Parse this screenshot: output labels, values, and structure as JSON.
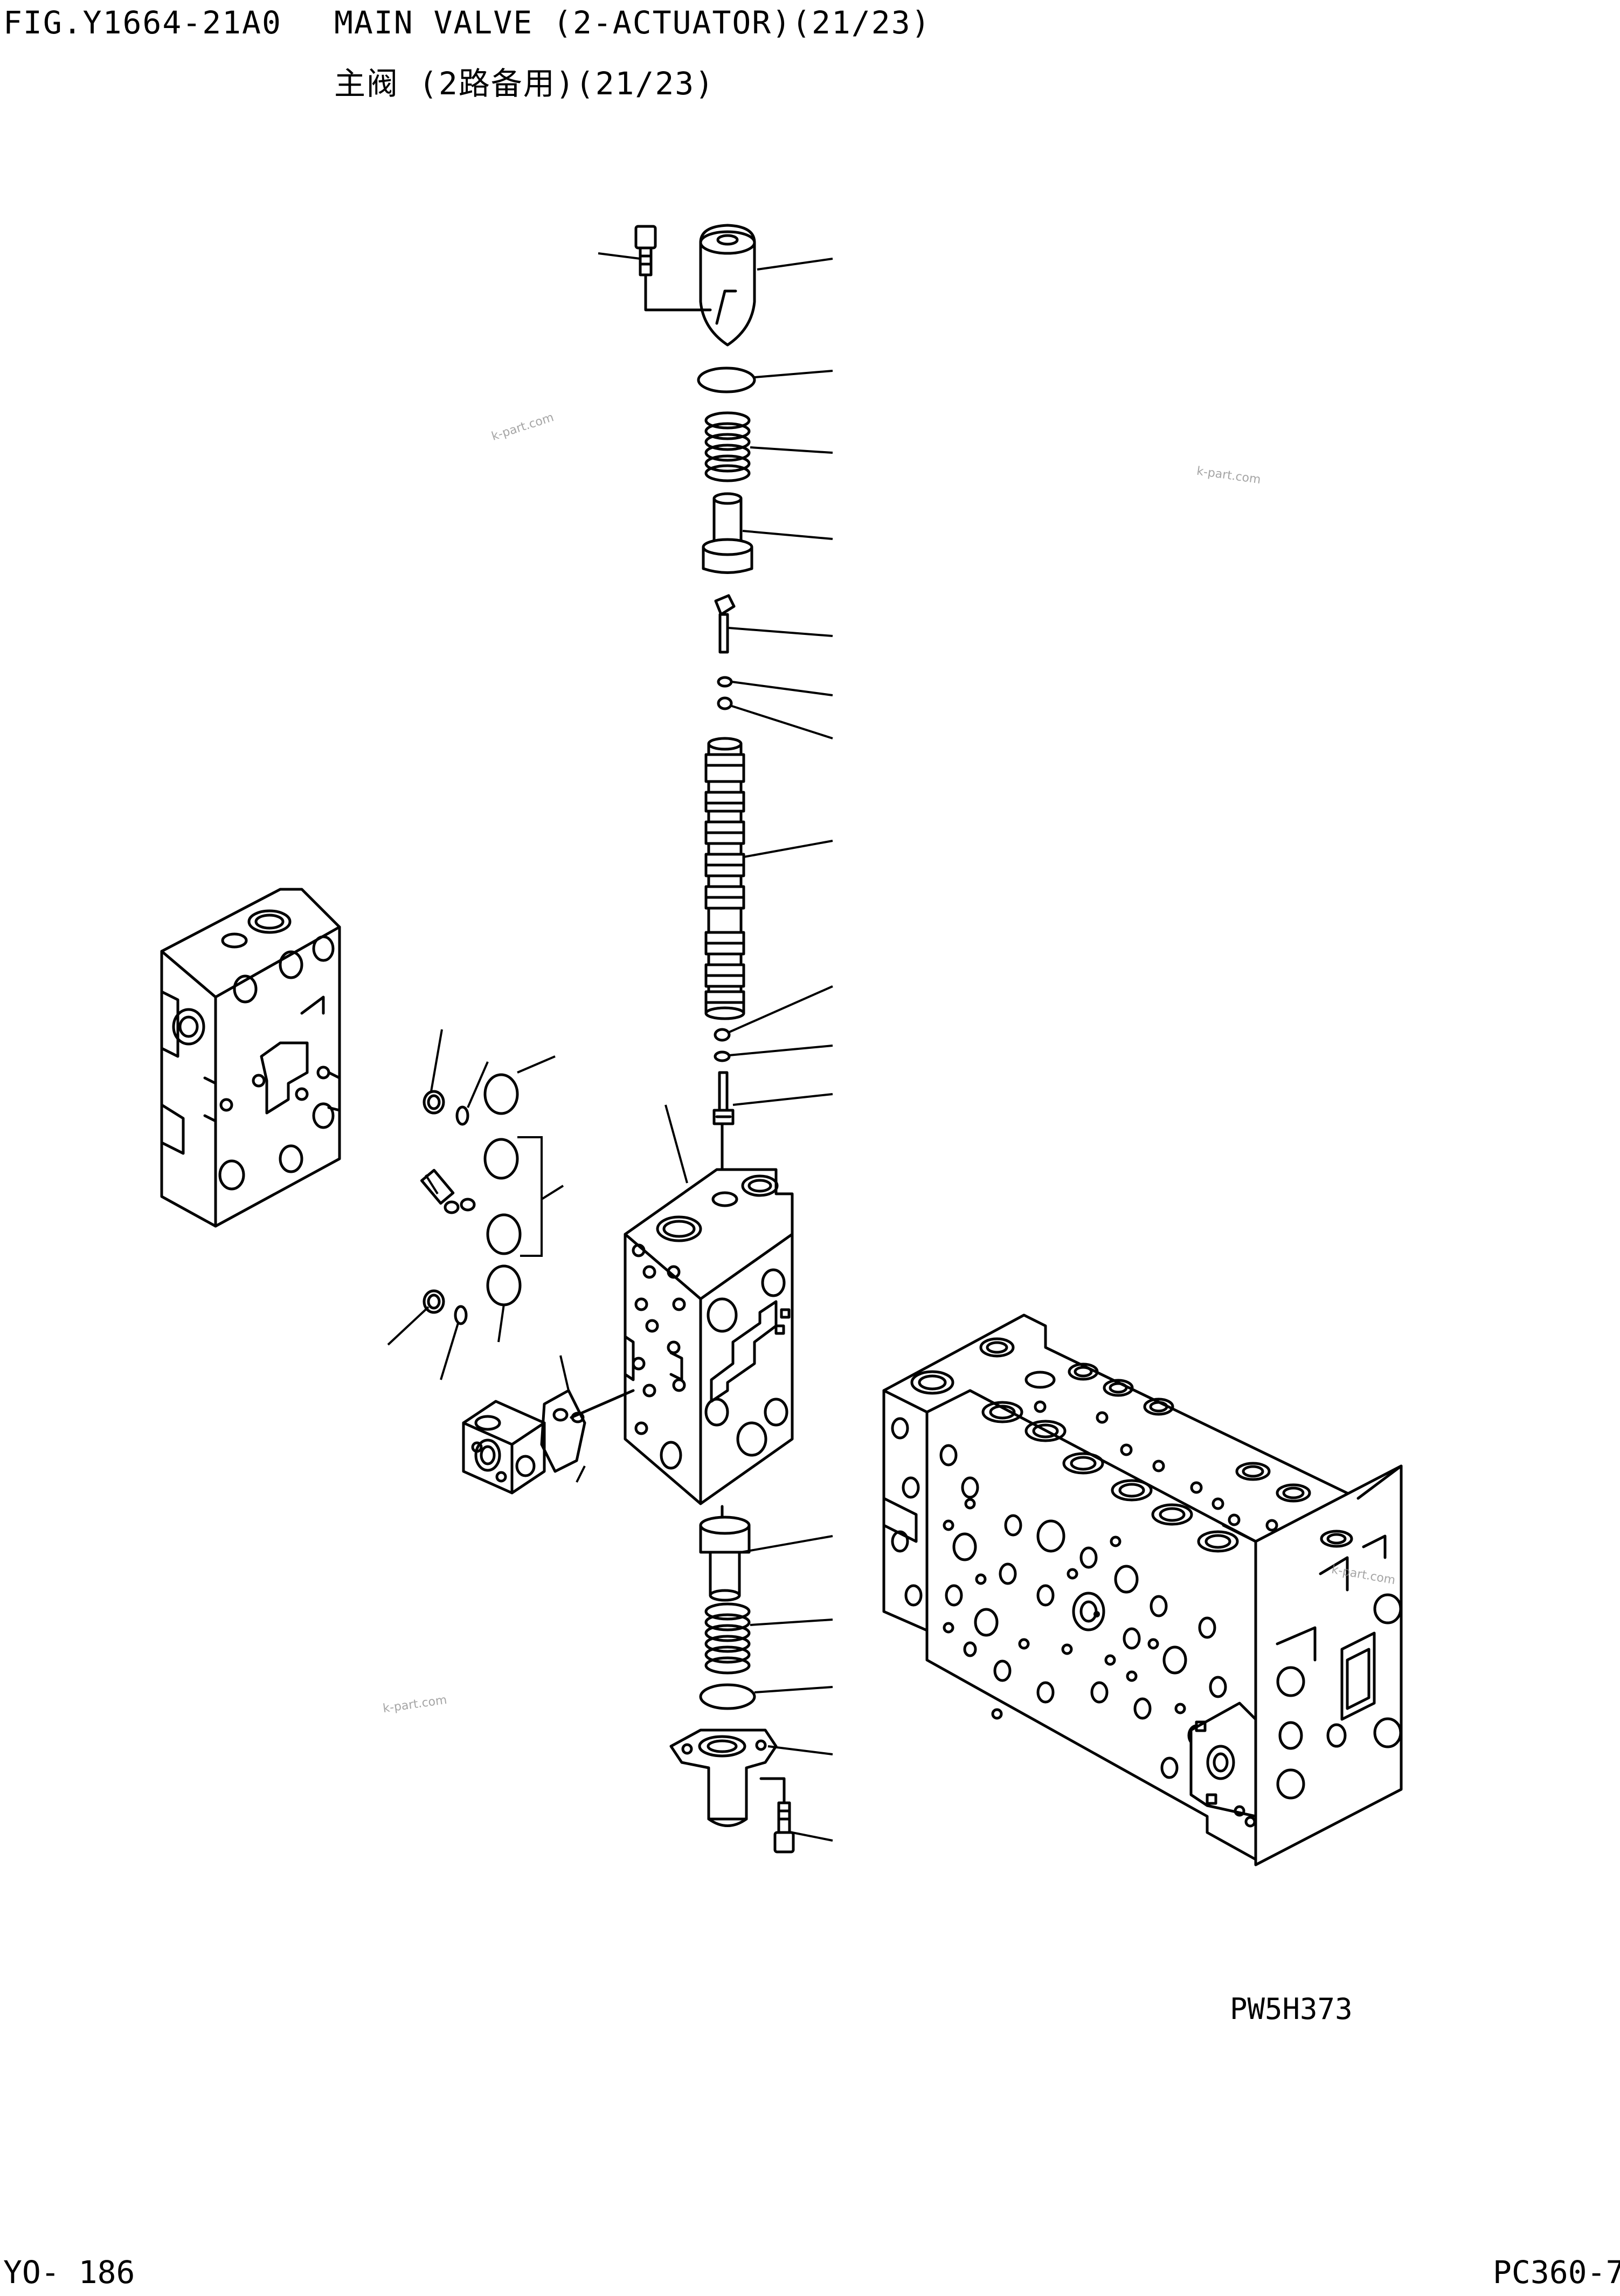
{
  "header": {
    "figure_id": "FIG.Y1664-21A0",
    "title_en": "MAIN VALVE (2-ACTUATOR)(21/23)",
    "title_cn": "主阀 (2路备用)(21/23)"
  },
  "drawing": {
    "code": "PW5H373"
  },
  "footer": {
    "page": "YO- 186",
    "model": "PC360-7"
  },
  "watermark": {
    "text": "k-part.com"
  }
}
